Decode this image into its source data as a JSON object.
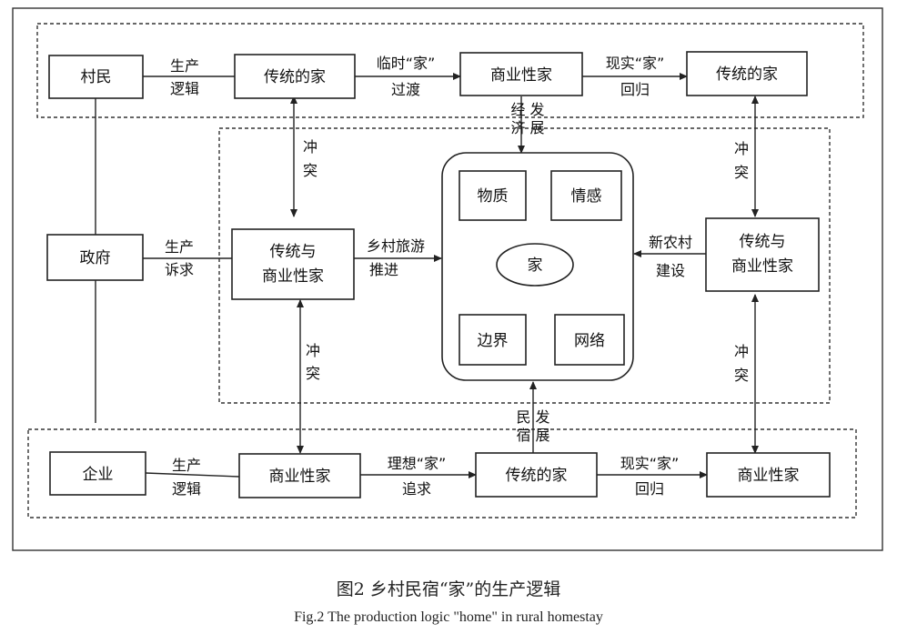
{
  "boxes": {
    "villager": "村民",
    "traditional_home_top": "传统的家",
    "commercial_home_top": "商业性家",
    "traditional_home_top_right": "传统的家",
    "government": "政府",
    "mixed_home_left": [
      "传统与",
      "商业性家"
    ],
    "mixed_home_right": [
      "传统与",
      "商业性家"
    ],
    "material": "物质",
    "emotion": "情感",
    "home_core": "家",
    "boundary": "边界",
    "network": "网络",
    "enterprise": "企业",
    "commercial_home_bottom": "商业性家",
    "traditional_home_bottom": "传统的家",
    "commercial_home_bottom_right": "商业性家"
  },
  "labels": {
    "villager_production_logic": [
      "生产",
      "逻辑"
    ],
    "temporary_home_transition": [
      "临时“家”",
      "过渡"
    ],
    "real_home_return_top": [
      "现实“家”",
      "回归"
    ],
    "economic_development": [
      "经 发",
      "济 展"
    ],
    "conflict_top_left": [
      "冲",
      "突"
    ],
    "conflict_top_right": [
      "冲",
      "突"
    ],
    "government_production_appeal": [
      "生产",
      "诉求"
    ],
    "rural_tourism_promotion": [
      "乡村旅游",
      "推进"
    ],
    "new_countryside_construction": [
      "新农村",
      "建设"
    ],
    "conflict_bottom_left": [
      "冲",
      "突"
    ],
    "conflict_bottom_right": [
      "冲",
      "突"
    ],
    "homestay_development": [
      "民 发",
      "宿 展"
    ],
    "enterprise_production_logic": [
      "生产",
      "逻辑"
    ],
    "ideal_home_pursuit": [
      "理想“家”",
      "追求"
    ],
    "real_home_return_bottom": [
      "现实“家”",
      "回归"
    ]
  },
  "caption": {
    "chinese": "图2   乡村民宿“家”的生产逻辑",
    "english": "Fig.2   The production logic \"home\" in rural homestay"
  }
}
